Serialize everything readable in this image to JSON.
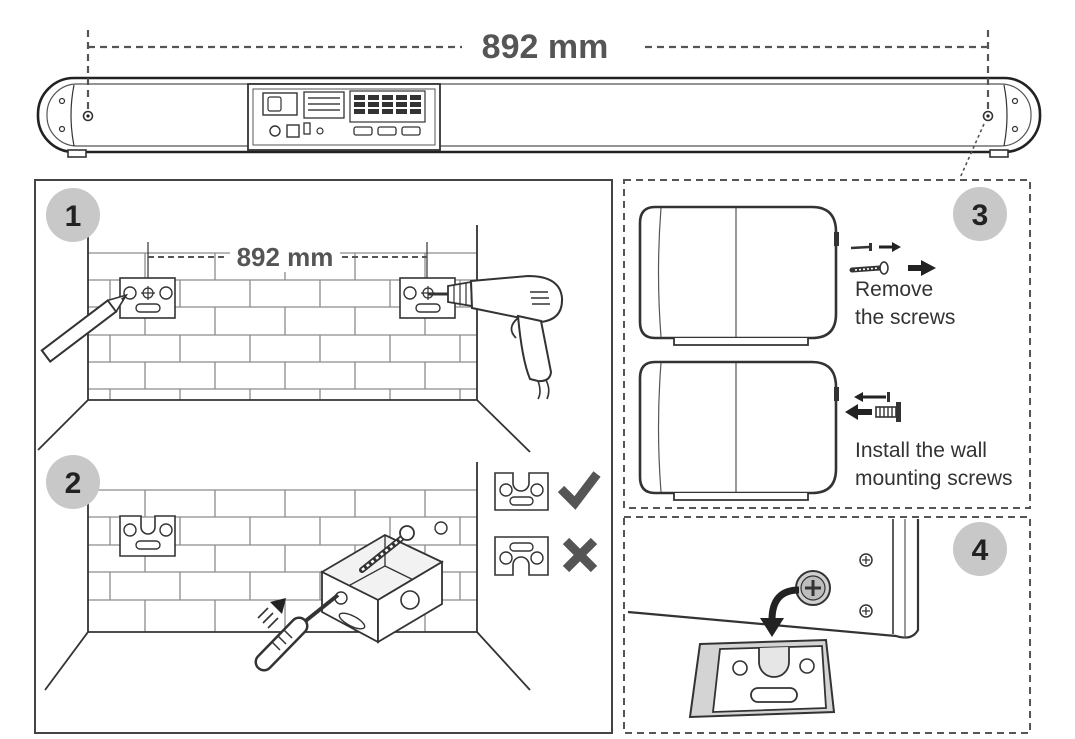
{
  "dimension": {
    "label": "892 mm"
  },
  "steps": [
    {
      "number": "1",
      "dimension_label": "892 mm"
    },
    {
      "number": "2",
      "icons": {
        "correct": "check-mark-icon",
        "incorrect": "cross-icon"
      }
    },
    {
      "number": "3",
      "remove_text": [
        "Remove",
        "the screws"
      ],
      "install_text": [
        "Install the wall",
        "mounting screws"
      ]
    },
    {
      "number": "4"
    }
  ],
  "colors": {
    "badge_fill": "#c8c8c8",
    "dimension_text": "#555555",
    "line": "#333333"
  }
}
